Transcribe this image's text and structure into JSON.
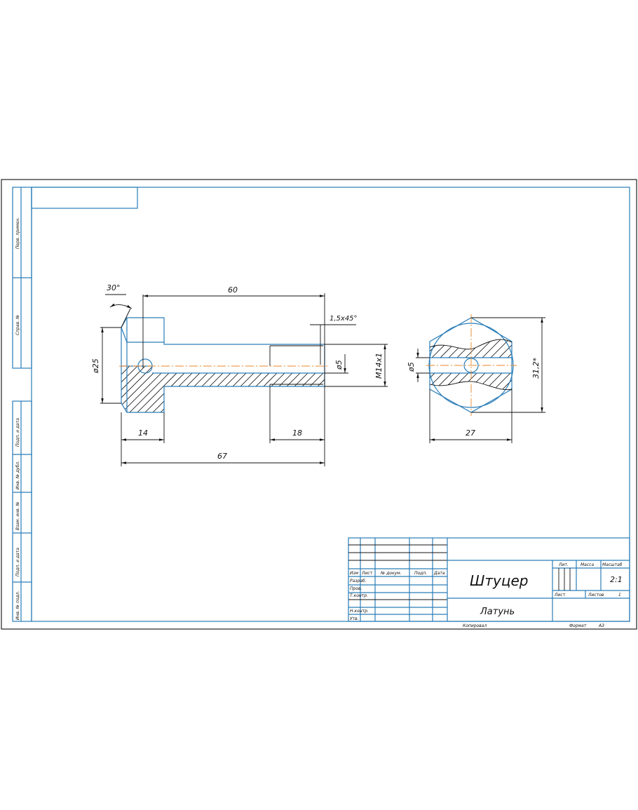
{
  "side_strip": {
    "labels": [
      "Перв. примен.",
      "Справ. №",
      "Подп. и дата",
      "Инв. № дубл.",
      "Взам. инв. №",
      "Подп. и дата",
      "Инв. № подл."
    ]
  },
  "dimensions": {
    "angle": "30°",
    "overall_60": "60",
    "chamfer": "1,5x45°",
    "dia_25": "ø25",
    "dia_5_side": "ø5",
    "thread": "M14x1",
    "head_14": "14",
    "thread_18": "18",
    "overall_67": "67",
    "dia_5_front": "ø5",
    "hex_width": "27",
    "hex_corner": "31,2*"
  },
  "title_block": {
    "col_headers": [
      "Изм",
      "Лист",
      "№ докум.",
      "Подп.",
      "Дата"
    ],
    "rows": [
      "Разраб.",
      "Пров.",
      "Т.контр.",
      "Н.контр.",
      "Утв."
    ],
    "part_name": "Штуцер",
    "material": "Латунь",
    "lit_label": "Лит.",
    "mass_label": "Масса",
    "scale_label": "Масштаб",
    "scale_value": "2:1",
    "sheet_label": "Лист",
    "sheets_label": "Листов",
    "sheets_value": "1",
    "copied_label": "Копировал",
    "format_label": "Формат",
    "format_value": "А3"
  }
}
